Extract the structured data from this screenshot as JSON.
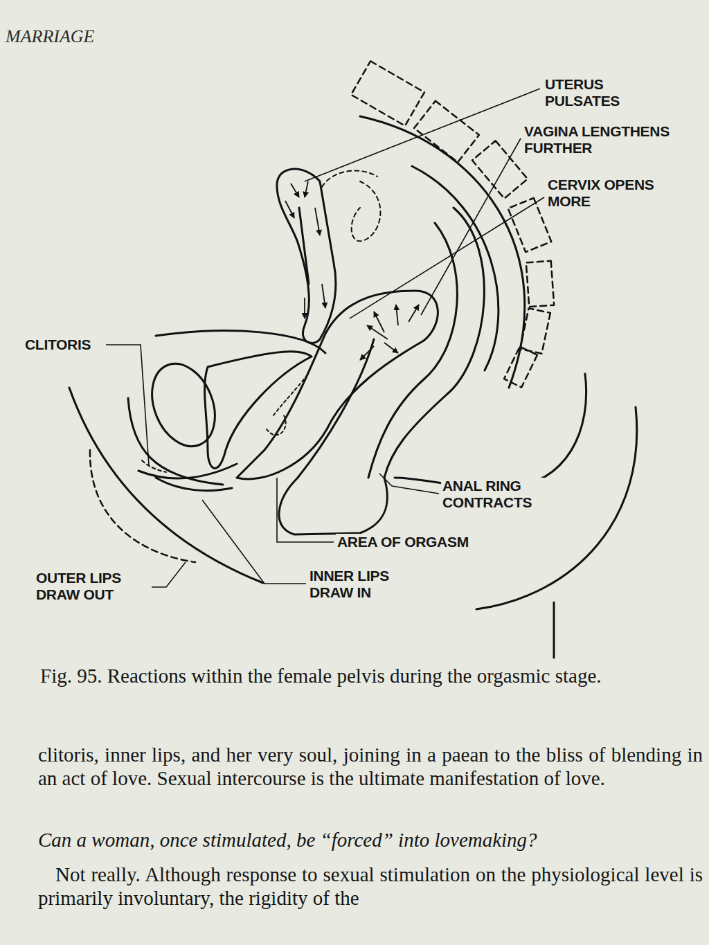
{
  "diagram": {
    "title": "MARRIAGE",
    "caption": "Fig. 95. Reactions within the female pelvis during the orgasmic stage.",
    "labels": [
      "UTERUS PULSATES",
      "VAGINA LENGTHENS FURTHER",
      "CERVIX OPENS MORE",
      "CLITORIS",
      "ANAL RING CONTRACTS",
      "AREA OF ORGASM",
      "OUTER LIPS DRAW OUT",
      "INNER LIPS DRAW IN",
      "clitoris, inner lips, and her very soul, joining in a paean to the bliss of blending in an act of love. Sexual intercourse is the ultimate manifestation of love.",
      "Can a woman, once stimulated, be “forced” into lovemaking?",
      "Not really. Although response to sexual stimulation on the physiological level is primarily involuntary, the rigidity of the"
    ]
  }
}
